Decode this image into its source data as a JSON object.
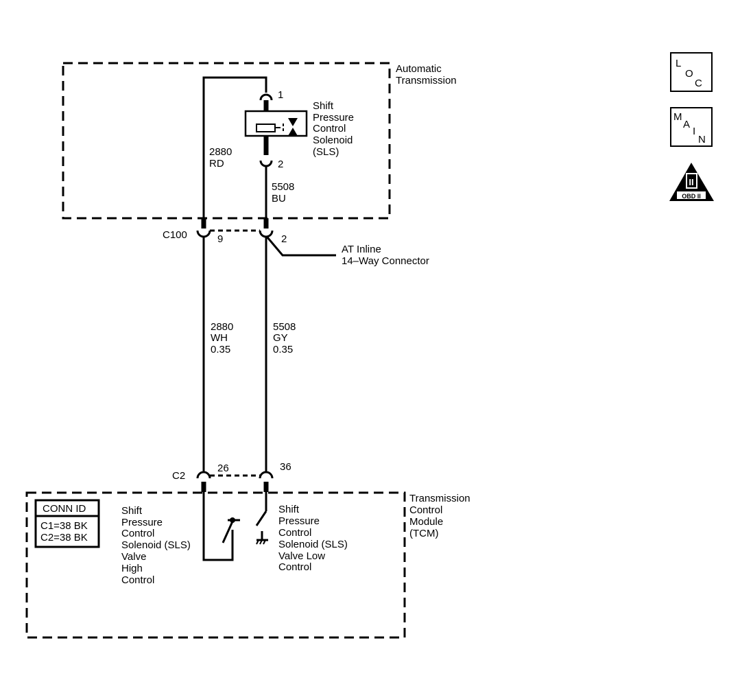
{
  "at_box": {
    "label_lines": [
      "Automatic",
      "Transmission"
    ]
  },
  "solenoid": {
    "label_lines": [
      "Shift",
      "Pressure",
      "Control",
      "Solenoid",
      "(SLS)"
    ],
    "pin_top": "1",
    "pin_bottom": "2"
  },
  "wires_upper": {
    "left": [
      "2880",
      "RD"
    ],
    "right": [
      "5508",
      "BU"
    ]
  },
  "c100": {
    "id": "C100",
    "pin_left": "9",
    "pin_right": "2",
    "label_lines": [
      "AT Inline",
      "14–Way Connector"
    ]
  },
  "wires_lower": {
    "left": [
      "2880",
      "WH",
      "0.35"
    ],
    "right": [
      "5508",
      "GY",
      "0.35"
    ]
  },
  "c2": {
    "id": "C2",
    "pin_left": "26",
    "pin_right": "36"
  },
  "tcm_box": {
    "label_lines": [
      "Transmission",
      "Control",
      "Module",
      "(TCM)"
    ]
  },
  "conn_id": {
    "title": "CONN ID",
    "lines": [
      "C1=38 BK",
      "C2=38 BK"
    ]
  },
  "switch_high": {
    "label_lines": [
      "Shift",
      "Pressure",
      "Control",
      "Solenoid (SLS)",
      "Valve",
      "High",
      "Control"
    ]
  },
  "switch_low": {
    "label_lines": [
      "Shift",
      "Pressure",
      "Control",
      "Solenoid (SLS)",
      "Valve Low",
      "Control"
    ]
  },
  "badges": {
    "loc": [
      "L",
      "O",
      "C"
    ],
    "main": [
      "M",
      "A",
      "I",
      "N"
    ],
    "obd": {
      "numeral": "II",
      "text": "OBD II"
    }
  }
}
